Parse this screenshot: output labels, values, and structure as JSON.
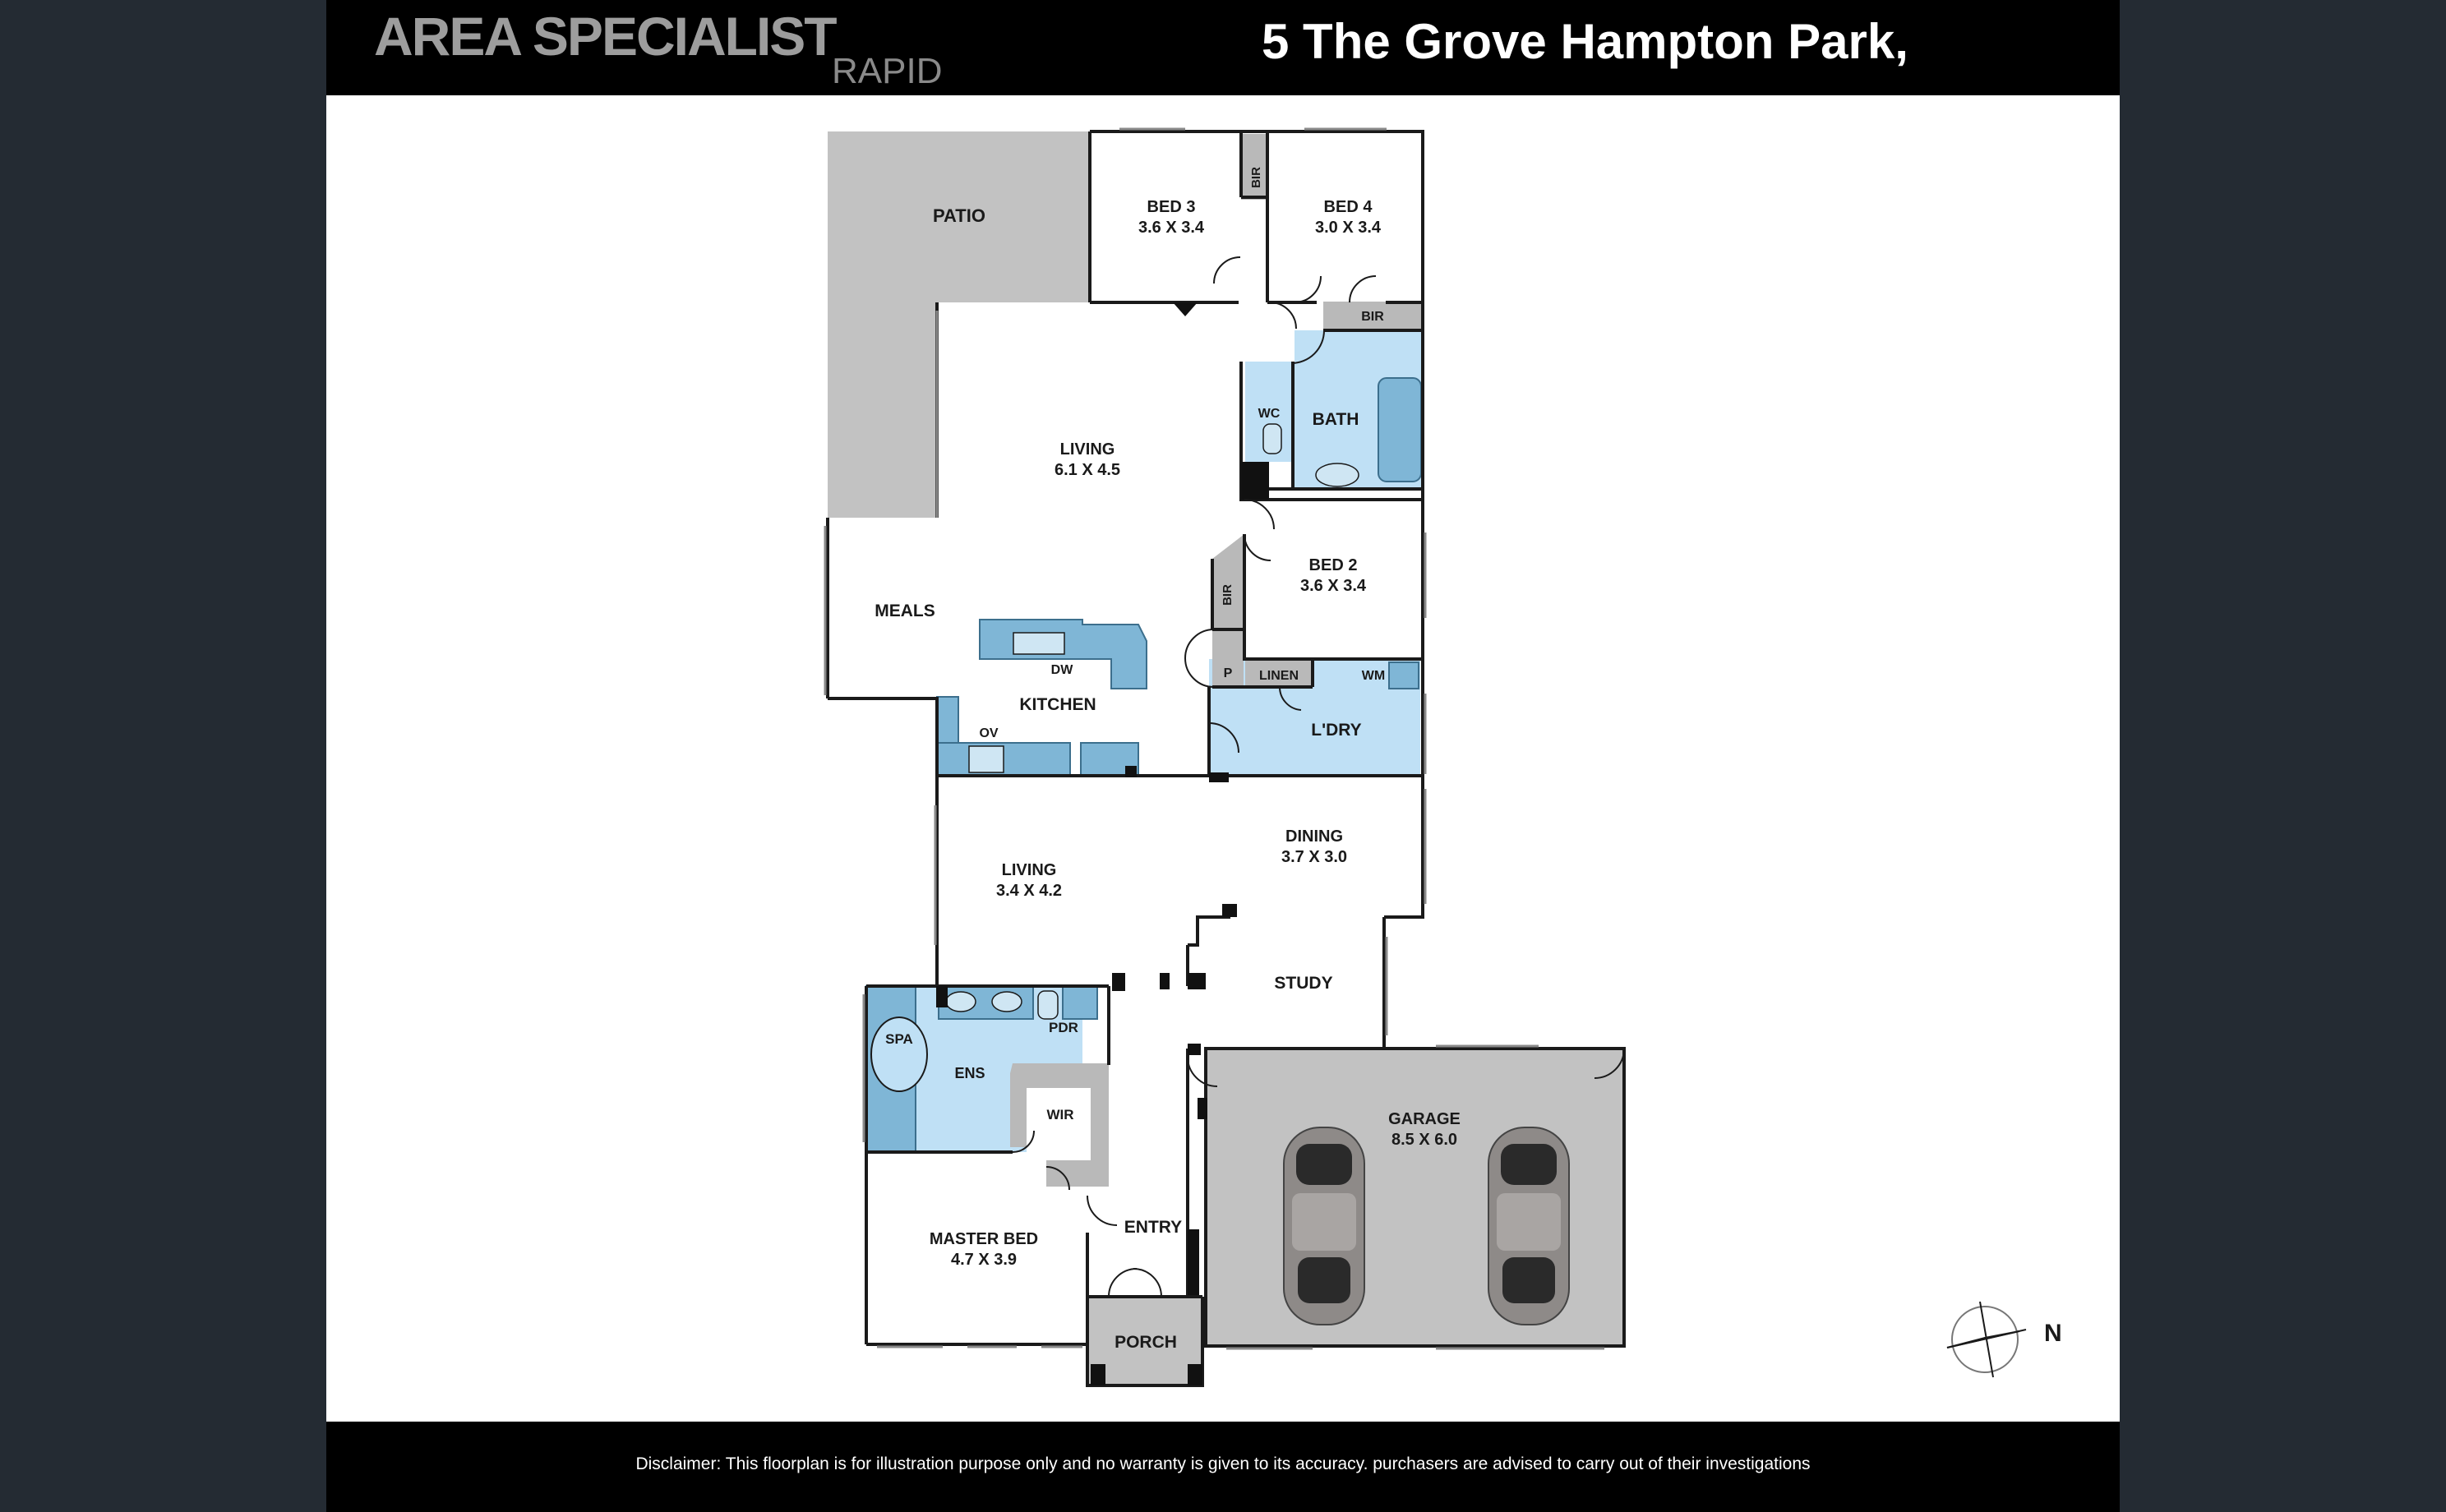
{
  "header": {
    "brand": "AREA SPECIALIST",
    "brand_sub": "RAPID",
    "address": "5 The Grove Hampton Park,"
  },
  "footer": {
    "disclaimer": "Disclaimer: This floorplan is for illustration purpose only and no warranty is given to its accuracy. purchasers are advised to carry out of their investigations"
  },
  "rooms": {
    "patio": "PATIO",
    "bed3": "BED 3",
    "bed3_size": "3.6 X 3.4",
    "bir": "BIR",
    "bed4": "BED 4",
    "bed4_size": "3.0 X 3.4",
    "living": "LIVING",
    "living_size": "6.1 X 4.5",
    "wc": "WC",
    "bath": "BATH",
    "bed2": "BED 2",
    "bed2_size": "3.6 X 3.4",
    "meals": "MEALS",
    "dw": "DW",
    "kitchen": "KITCHEN",
    "ov": "OV",
    "pantry": "P",
    "linen": "LINEN",
    "wm": "WM",
    "laundry": "L'DRY",
    "dining": "DINING",
    "dining_size": "3.7 X 3.0",
    "living2": "LIVING",
    "living2_size": "3.4 X 4.2",
    "study": "STUDY",
    "spa": "SPA",
    "pdr": "PDR",
    "ens": "ENS",
    "wir": "WIR",
    "garage": "GARAGE",
    "garage_size": "8.5 X 6.0",
    "master_bed": "MASTER BED",
    "master_bed_size": "4.7 X 3.9",
    "entry": "ENTRY",
    "porch": "PORCH"
  },
  "compass": {
    "north": "N"
  },
  "colors": {
    "wet_area": "#bfe0f5",
    "fixture": "#7fb6d6",
    "outdoor": "#c2c2c2",
    "storage": "#b9b9b9",
    "wall": "#1a1a1a"
  }
}
